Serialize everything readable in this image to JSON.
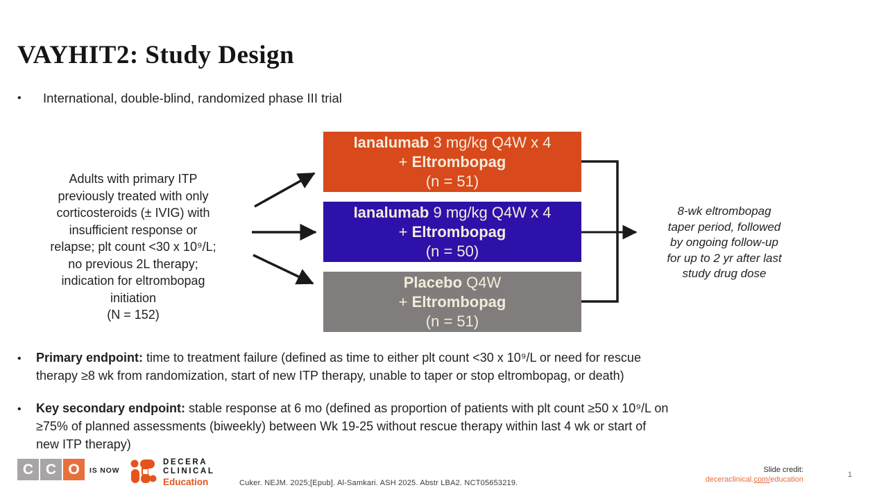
{
  "slide": {
    "title": "VAYHIT2: Study Design",
    "intro_bullet": "International, double-blind, randomized phase III trial"
  },
  "diagram": {
    "population": "Adults with primary ITP\npreviously treated with only\ncorticosteroids (± IVIG) with\ninsufficient response or\nrelapse; plt count <30 x 10⁹/L;\nno previous 2L therapy;\nindication for eltrombopag\ninitiation\n(N = 152)",
    "arms": [
      {
        "drug": "Ianalumab",
        "dose": " 3 mg/kg Q4W x 4",
        "plus": "+ ",
        "combo": "Eltrombopag",
        "n": "(n = 51)",
        "color": "#d8491b"
      },
      {
        "drug": "Ianalumab",
        "dose": " 9 mg/kg Q4W x 4",
        "plus": "+ ",
        "combo": "Eltrombopag",
        "n": "(n = 50)",
        "color": "#2e11a9"
      },
      {
        "drug": "Placebo",
        "dose": " Q4W",
        "plus": "+ ",
        "combo": "Eltrombopag",
        "n": "(n = 51)",
        "color": "#807d7c"
      }
    ],
    "followup_note": "8-wk eltrombopag\ntaper period, followed\nby ongoing follow-up\nfor up to 2 yr after last\nstudy drug dose"
  },
  "endpoints": [
    {
      "label": "Primary endpoint:",
      "text": " time to treatment failure (defined as time to either plt count <30 x 10⁹/L or need for rescue\ntherapy ≥8 wk from randomization, start of new ITP therapy, unable to taper or stop eltrombopag, or death)"
    },
    {
      "label": "Key secondary endpoint:",
      "text": " stable response at 6 mo (defined as proportion of patients with plt count ≥50 x 10⁹/L on\n≥75% of planned assessments (biweekly) between Wk 19-25 without rescue therapy within last 4 wk or start of\nnew ITP therapy)"
    }
  ],
  "footer": {
    "cco_letters": {
      "c1": "C",
      "c2": "C",
      "o": "O"
    },
    "is_now": "IS NOW",
    "brand_line1": "DECERA",
    "brand_line2": "CLINICAL",
    "brand_line3": "Education",
    "citation": "Cuker. NEJM. 2025;[Epub]. Al-Samkari. ASH 2025. Abstr LBA2. NCT05653219.",
    "slide_credit_label": "Slide credit:",
    "slide_credit_link": {
      "part1": "deceraclinical.",
      "part2": "com/",
      "part3": "education"
    },
    "page_number": "1"
  },
  "colors": {
    "arm_orange": "#d8491b",
    "arm_blue": "#2e11a9",
    "arm_gray": "#807d7c",
    "arm_text": "#f3ecda",
    "brand_orange": "#e4551c",
    "link_orange": "#e8693c",
    "connector_black": "#1a1a1a"
  }
}
